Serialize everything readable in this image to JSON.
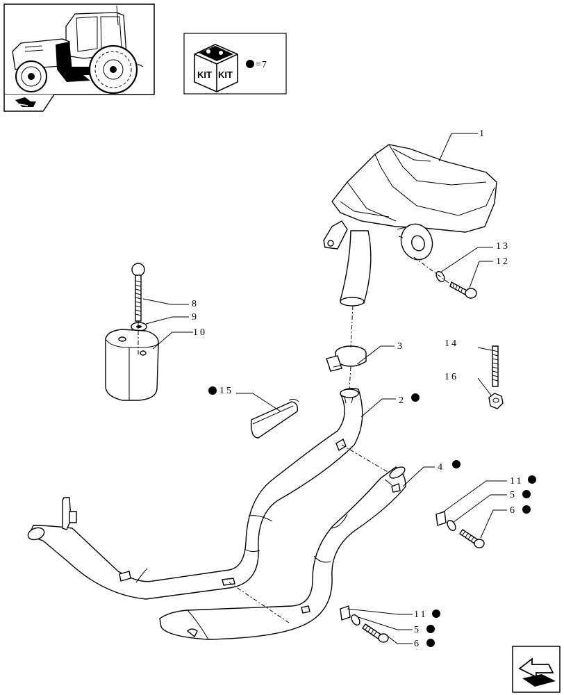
{
  "kit_legend": {
    "kit_text_left": "KIT",
    "kit_text_right": "KIT",
    "equals_text": "=7"
  },
  "callouts": [
    {
      "id": "c1",
      "text": "1",
      "marked": false
    },
    {
      "id": "c2",
      "text": "2",
      "marked": true
    },
    {
      "id": "c3",
      "text": "3",
      "marked": false
    },
    {
      "id": "c4",
      "text": "4",
      "marked": true
    },
    {
      "id": "c8",
      "text": "8",
      "marked": false
    },
    {
      "id": "c9",
      "text": "9",
      "marked": false
    },
    {
      "id": "c10",
      "text": "10",
      "marked": false
    },
    {
      "id": "c12",
      "text": "12",
      "marked": false
    },
    {
      "id": "c13",
      "text": "13",
      "marked": false
    },
    {
      "id": "c14",
      "text": "14",
      "marked": false
    },
    {
      "id": "c15",
      "text": "15",
      "marked": true
    },
    {
      "id": "c16",
      "text": "16",
      "marked": false
    },
    {
      "id": "c11a",
      "text": "11",
      "marked": true
    },
    {
      "id": "c5a",
      "text": "5",
      "marked": true
    },
    {
      "id": "c6a",
      "text": "6",
      "marked": true
    },
    {
      "id": "c11b",
      "text": "11",
      "marked": true
    },
    {
      "id": "c5b",
      "text": "5",
      "marked": true
    },
    {
      "id": "c6b",
      "text": "6",
      "marked": true
    }
  ],
  "icons": [
    "tractor-thumbnail-icon",
    "section-arrow-icon",
    "kit-box-icon",
    "next-page-arrow-icon"
  ]
}
